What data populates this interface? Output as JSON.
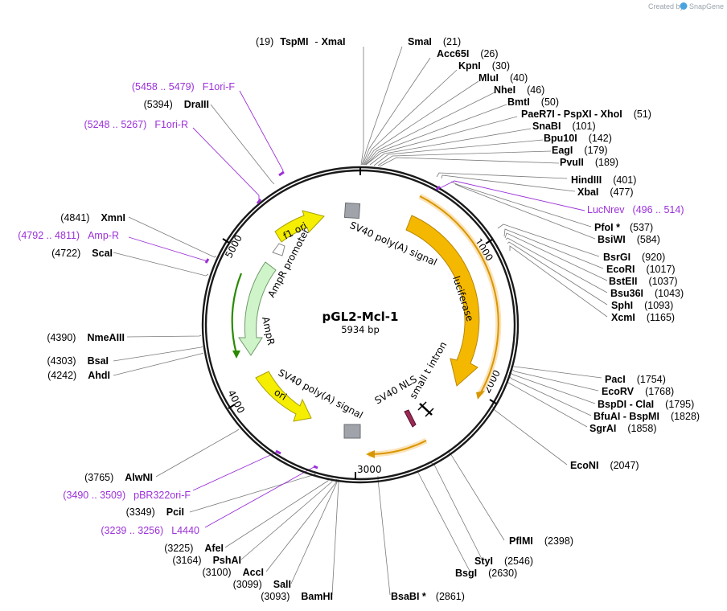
{
  "brand": {
    "prefix": "Created by",
    "name": "SnapGene"
  },
  "plasmid": {
    "name": "pGL2-Mcl-1",
    "size": "5934 bp",
    "length": 5934
  },
  "colors": {
    "primer": "#9B30D9",
    "yellow": "#F5EE00",
    "orange": "#F5B800",
    "green": "#CFF4C9",
    "gray": "#A0A4AA"
  },
  "ticks": [
    "1000",
    "2000",
    "3000",
    "4000",
    "5000"
  ],
  "sites": [
    {
      "name": "XmaI",
      "prefix": "TspMI  - ",
      "pos": "(19)"
    },
    {
      "name": "SmaI",
      "pos": "(21)"
    },
    {
      "name": "Acc65I",
      "pos": "(26)"
    },
    {
      "name": "KpnI",
      "pos": "(30)"
    },
    {
      "name": "MluI",
      "pos": "(40)"
    },
    {
      "name": "NheI",
      "pos": "(46)"
    },
    {
      "name": "BmtI",
      "pos": "(50)"
    },
    {
      "name": "PaeR7I  - PspXI  - XhoI",
      "pos": "(51)"
    },
    {
      "name": "SnaBI",
      "pos": "(101)"
    },
    {
      "name": "Bpu10I",
      "pos": "(142)"
    },
    {
      "name": "EagI",
      "pos": "(179)"
    },
    {
      "name": "PvuII",
      "pos": "(189)"
    },
    {
      "name": "HindIII",
      "pos": "(401)"
    },
    {
      "name": "XbaI",
      "pos": "(477)"
    },
    {
      "name": "PfoI *",
      "pos": "(537)"
    },
    {
      "name": "BsiWI",
      "pos": "(584)"
    },
    {
      "name": "BsrGI",
      "pos": "(920)"
    },
    {
      "name": "EcoRI",
      "pos": "(1017)"
    },
    {
      "name": "BstEII",
      "pos": "(1037)"
    },
    {
      "name": "Bsu36I",
      "pos": "(1043)"
    },
    {
      "name": "SphI",
      "pos": "(1093)"
    },
    {
      "name": "XcmI",
      "pos": "(1165)"
    },
    {
      "name": "PacI",
      "pos": "(1754)"
    },
    {
      "name": "EcoRV",
      "pos": "(1768)"
    },
    {
      "name": "BspDI  - ClaI",
      "pos": "(1795)"
    },
    {
      "name": "BfuAI  - BspMI",
      "pos": "(1828)"
    },
    {
      "name": "SgrAI",
      "pos": "(1858)"
    },
    {
      "name": "EcoNI",
      "pos": "(2047)"
    },
    {
      "name": "PflMI",
      "pos": "(2398)"
    },
    {
      "name": "StyI",
      "pos": "(2546)"
    },
    {
      "name": "BsgI",
      "pos": "(2630)"
    },
    {
      "name": "BsaBI *",
      "pos": "(2861)"
    },
    {
      "name": "BamHI",
      "pos": "(3093)"
    },
    {
      "name": "SalI",
      "pos": "(3099)"
    },
    {
      "name": "AccI",
      "pos": "(3100)"
    },
    {
      "name": "PshAI",
      "pos": "(3164)"
    },
    {
      "name": "AfeI",
      "pos": "(3225)"
    },
    {
      "name": "PciI",
      "pos": "(3349)"
    },
    {
      "name": "AlwNI",
      "pos": "(3765)"
    },
    {
      "name": "AhdI",
      "pos": "(4242)"
    },
    {
      "name": "BsaI",
      "pos": "(4303)"
    },
    {
      "name": "NmeAIII",
      "pos": "(4390)"
    },
    {
      "name": "ScaI",
      "pos": "(4722)"
    },
    {
      "name": "XmnI",
      "pos": "(4841)"
    },
    {
      "name": "DraIII",
      "pos": "(5394)"
    }
  ],
  "primers": [
    {
      "name": "F1ori-F",
      "range": "(5458 .. 5479)"
    },
    {
      "name": "F1ori-R",
      "range": "(5248 .. 5267)"
    },
    {
      "name": "LucNrev",
      "range": "(496 .. 514)"
    },
    {
      "name": "Amp-R",
      "range": "(4792 .. 4811)"
    },
    {
      "name": "pBR322ori-F",
      "range": "(3490 .. 3509)"
    },
    {
      "name": "L4440",
      "range": "(3239 .. 3256)"
    }
  ],
  "features": [
    {
      "name": "luciferase"
    },
    {
      "name": "SV40 poly(A) signal"
    },
    {
      "name": "small t intron"
    },
    {
      "name": "SV40 NLS"
    },
    {
      "name": "SV40 poly(A) signal"
    },
    {
      "name": "ori"
    },
    {
      "name": "AmpR"
    },
    {
      "name": "AmpR promoter"
    },
    {
      "name": "f1 ori"
    }
  ]
}
